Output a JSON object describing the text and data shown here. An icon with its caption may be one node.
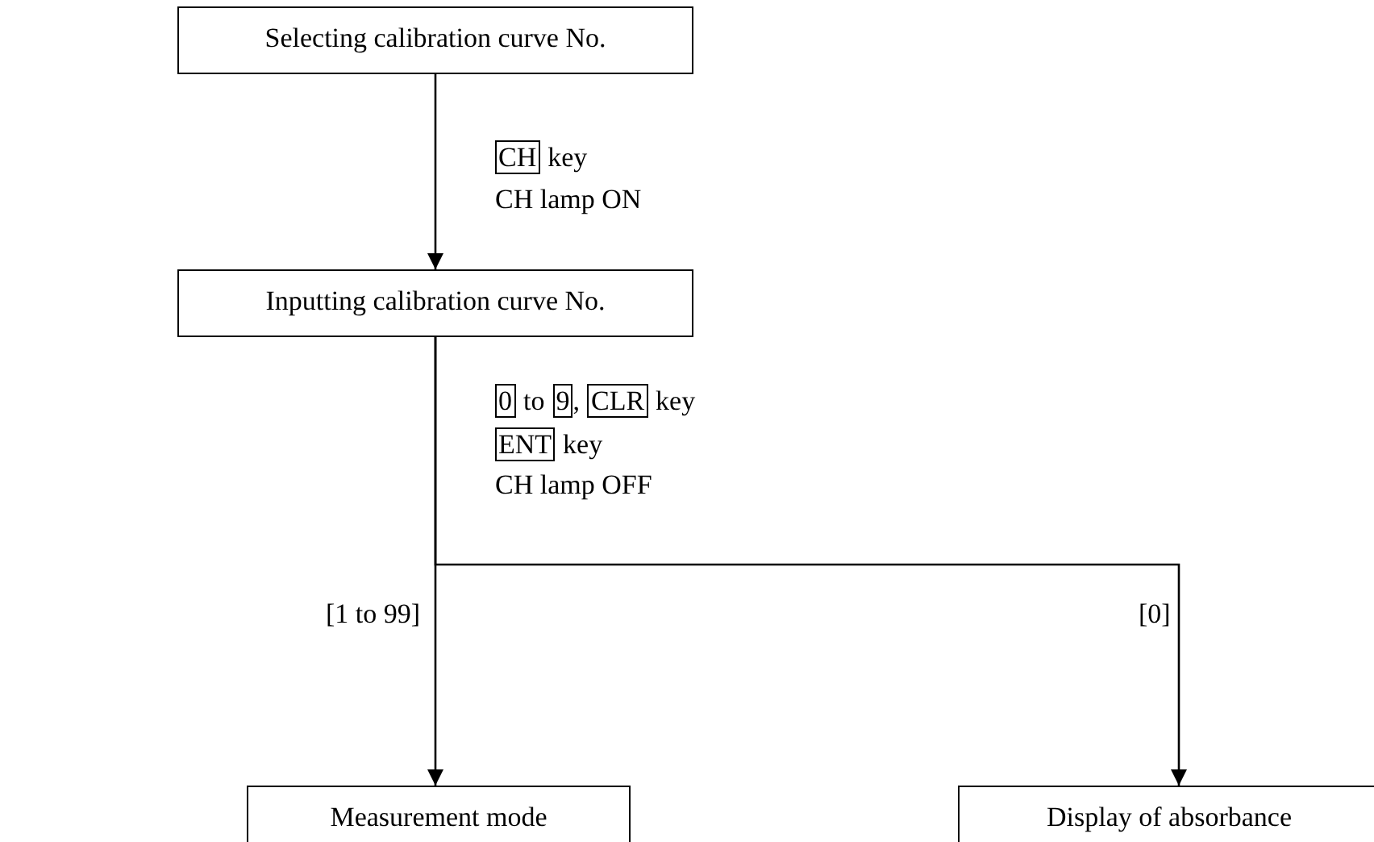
{
  "diagram": {
    "nodes": [
      {
        "text": [
          "Selecting calibration curve No."
        ]
      },
      {
        "text": [
          "Inputting calibration curve No."
        ]
      },
      {
        "text": [
          "Measurement mode"
        ]
      },
      {
        "text": [
          "Display of absorbance"
        ]
      }
    ],
    "edges": [
      {
        "from": 0,
        "to": 1,
        "arrow": "to"
      },
      {
        "from": 1,
        "to": 2,
        "arrow": "to",
        "label": "[1 to 99]"
      },
      {
        "from": 1,
        "to": 3,
        "arrow": "to",
        "label": "[0]"
      }
    ],
    "labels": [
      "CH",
      "key",
      "CH lamp ON",
      "0",
      "to",
      "9",
      ",",
      "CLR",
      "key",
      "ENT",
      "key",
      "CH lamp OFF"
    ]
  }
}
